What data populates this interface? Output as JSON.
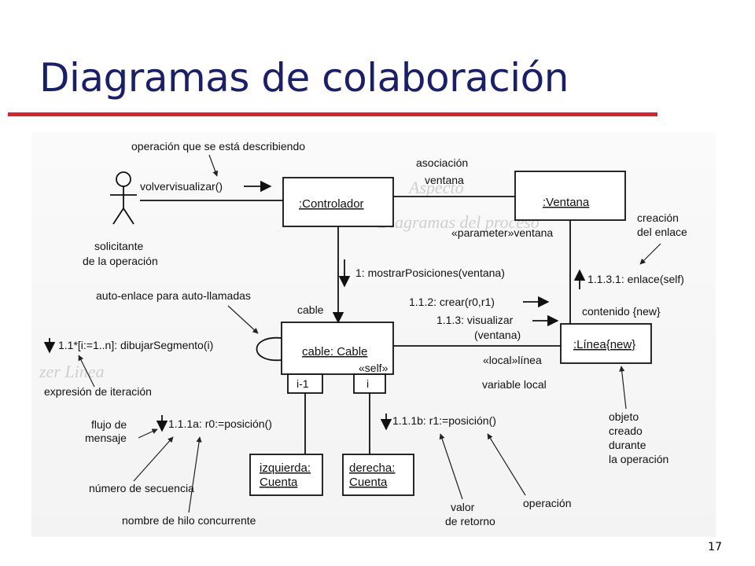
{
  "slide": {
    "title": "Diagramas de colaboración",
    "page_number": "17",
    "accent_color": "#e0212e",
    "title_color": "#1a1f6b"
  },
  "diagram": {
    "objects": {
      "controlador": ":Controlador",
      "ventana": ":Ventana",
      "cable": "cable: Cable",
      "linea": ":Línea{new}",
      "izquierda_line1": "izquierda:",
      "izquierda_line2": "Cuenta",
      "derecha_line1": "derecha:",
      "derecha_line2": "Cuenta"
    },
    "qualifiers": {
      "left": "i-1",
      "right": "i"
    },
    "messages": {
      "volver": "volvervisualizar()",
      "mostrar": "1: mostrarPosiciones(ventana)",
      "crear": "1.1.2: crear(r0,r1)",
      "visualizar_1": "1.1.3: visualizar",
      "visualizar_2": "(ventana)",
      "enlace": "1.1.3.1: enlace(self)",
      "dibujar": "1.1*[i:=1..n]: dibujarSegmento(i)",
      "pos_a": "1.1.1a: r0:=posición()",
      "pos_b": "1.1.1b: r1:=posición()"
    },
    "link_labels": {
      "ventana_role": "ventana",
      "parameter": "«parameter»ventana",
      "cable_role": "cable",
      "self": "«self»",
      "local": "«local»línea",
      "contenido": "contenido {new}"
    },
    "annotations": {
      "operacion_desc": "operación que se está describiendo",
      "asociacion": "asociación",
      "solicitante_1": "solicitante",
      "solicitante_2": "de la operación",
      "creacion_1": "creación",
      "creacion_2": "del enlace",
      "auto_enlace": "auto-enlace para auto-llamadas",
      "expresion": "expresión de iteración",
      "variable_local": "variable local",
      "flujo_1": "flujo de",
      "flujo_2": "mensaje",
      "numero_secuencia": "número de secuencia",
      "nombre_hilo": "nombre de hilo concurrente",
      "valor_1": "valor",
      "valor_2": "de retorno",
      "operacion": "operación",
      "objeto_1": "objeto",
      "objeto_2": "creado",
      "objeto_3": "durante",
      "objeto_4": "la operación"
    }
  }
}
